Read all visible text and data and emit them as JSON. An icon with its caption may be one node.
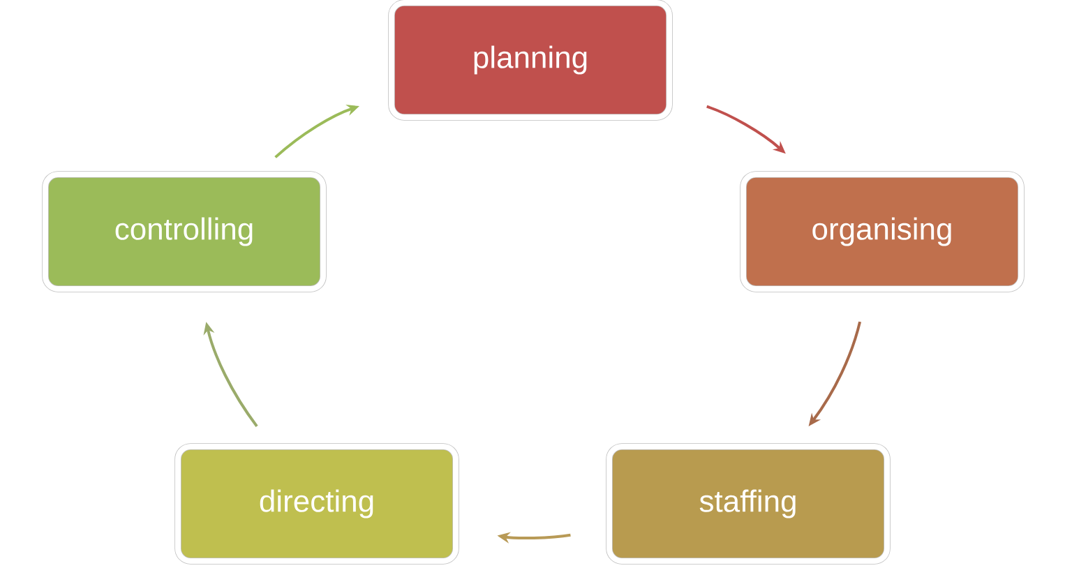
{
  "diagram": {
    "nodes": [
      {
        "text": [
          "planning"
        ]
      },
      {
        "text": [
          "organising"
        ]
      },
      {
        "text": [
          "staffing"
        ]
      },
      {
        "text": [
          "directing"
        ]
      },
      {
        "text": [
          "controlling"
        ]
      }
    ],
    "edges": [
      {
        "from": 0,
        "to": 1,
        "arrow": "to",
        "color": "#c0504d"
      },
      {
        "from": 1,
        "to": 2,
        "arrow": "to",
        "color": "#a86a4a"
      },
      {
        "from": 2,
        "to": 3,
        "arrow": "to",
        "color": "#b89a56"
      },
      {
        "from": 3,
        "to": 4,
        "arrow": "to",
        "color": "#9aab6a"
      },
      {
        "from": 4,
        "to": 0,
        "arrow": "to",
        "color": "#9bbb59"
      }
    ]
  }
}
